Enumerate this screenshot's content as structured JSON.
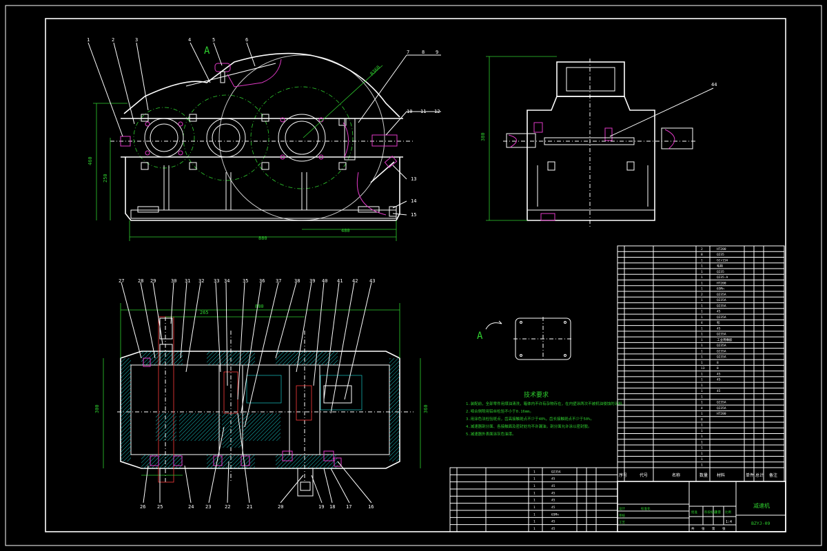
{
  "drawing": {
    "view_label_a": "A",
    "view_label_a2": "A",
    "tech_title": "技术要求",
    "tech_notes": [
      "1.装配前，全部零件用煤油清洗，箱体内不许有杂物存在，在内壁涂两次不被机油侵蚀的涂料。",
      "2.啮合侧隙用铅丝检验不小于0.16mm。",
      "3.用涂色法检验斑点，齿高接触斑点不少于40%，齿长接触斑点不少于50%。",
      "4.减速器剖分面、各接触面及密封处均不许漏油，剖分面允许涂以密封胶。",
      "5.减速器外表面涂灰色油漆。"
    ],
    "top_callouts": [
      "1",
      "2",
      "3",
      "4",
      "5",
      "6",
      "7",
      "8",
      "9",
      "10",
      "11",
      "12",
      "13",
      "14",
      "15"
    ],
    "side_callouts": [
      "44"
    ],
    "bottom_callouts_top": [
      "27",
      "28",
      "29",
      "30",
      "31",
      "32",
      "33",
      "34",
      "35",
      "36",
      "37",
      "38",
      "39",
      "40",
      "41",
      "42",
      "43"
    ],
    "bottom_callouts_bottom": [
      "26",
      "25",
      "24",
      "23",
      "22",
      "21",
      "20",
      "19",
      "18",
      "17",
      "16"
    ],
    "title_block": {
      "part_name": "减速机",
      "drawing_no": "BZYJ-09",
      "scale": "1:4",
      "headers": [
        "序号",
        "代号",
        "名称",
        "数量",
        "材料",
        "单件",
        "总计",
        "备注"
      ],
      "row_labels": [
        "设计",
        "审核",
        "工艺",
        "标准化",
        "批准",
        "阶段标记",
        "重量",
        "比例"
      ],
      "sheet": [
        "共",
        "张",
        "第",
        "张"
      ]
    },
    "bom_upper_qty": [
      "2",
      "8",
      "1",
      "1",
      "1",
      "1",
      "1",
      "1",
      "2",
      "1",
      "1",
      "1",
      "1",
      "4",
      "1",
      "1",
      "1",
      "1",
      "1",
      "1",
      "1",
      "13",
      "1",
      "1",
      "1",
      "1",
      "1",
      "1",
      "4",
      "1",
      "8",
      "1",
      "1",
      "1",
      "1",
      "1",
      "1",
      "1",
      "1"
    ],
    "bom_upper_mat": [
      "HT200",
      "Q235",
      "GCr15A",
      "毛毡",
      "Q235",
      "Q235-A",
      "HT200",
      "65Mn",
      "Q235A",
      "Q235A",
      "Q235A",
      "45",
      "Q235A",
      "毡",
      "45",
      "Q235A",
      "工业用橡胶",
      "Q235A",
      "Q235A",
      "Q235A",
      "8",
      "8",
      "45",
      "45",
      "",
      "45",
      "",
      "Q235A",
      "Q235A",
      "HT200",
      "",
      "",
      "",
      "",
      "",
      "",
      "",
      "",
      ""
    ],
    "bom_lower_qty": [
      "1",
      "1",
      "1",
      "1",
      "1",
      "1",
      "1",
      "1",
      "1"
    ],
    "bom_lower_mat": [
      "Q235A",
      "45",
      "45",
      "45",
      "45",
      "45",
      "65Mn",
      "45",
      "45"
    ]
  },
  "colors": {
    "line": "#ffffff",
    "dimension": "#2fd12f",
    "section": "#18c7c7",
    "seal": "#e23ac8",
    "shaft": "#ff3b3b",
    "text_small": "#e9e23a"
  }
}
